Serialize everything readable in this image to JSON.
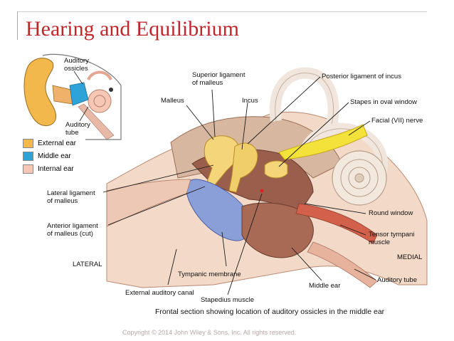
{
  "title": "Hearing and Equilibrium",
  "inset": {
    "labels": {
      "auditory_ossicles": "Auditory\nossicles",
      "auditory_tube": "Auditory\ntube"
    },
    "legend": [
      {
        "label": "External ear",
        "color": "#f2b84b"
      },
      {
        "label": "Middle ear",
        "color": "#2ea3d8"
      },
      {
        "label": "Internal ear",
        "color": "#f6c7b4"
      }
    ]
  },
  "labels": {
    "superior_ligament": "Superior ligament\nof malleus",
    "posterior_ligament": "Posterior ligament of incus",
    "malleus": "Malleus",
    "incus": "Incus",
    "stapes": "Stapes in oval window",
    "facial_nerve": "Facial (VII) nerve",
    "lateral_ligament": "Lateral ligament\nof malleus",
    "anterior_ligament": "Anterior ligament\nof malleus (cut)",
    "round_window": "Round window",
    "tensor_tympani": "Tensor tympani\nmuscle",
    "medial": "MEDIAL",
    "lateral": "LATERAL",
    "tympanic_membrane": "Tympanic membrane",
    "auditory_tube": "Auditory tube",
    "middle_ear": "Middle ear",
    "external_canal": "External auditory canal",
    "stapedius": "Stapedius muscle"
  },
  "caption": "Frontal section showing location of auditory ossicles in the middle ear",
  "copyright": "Copyright © 2014 John Wiley & Sons, Inc. All rights reserved."
}
